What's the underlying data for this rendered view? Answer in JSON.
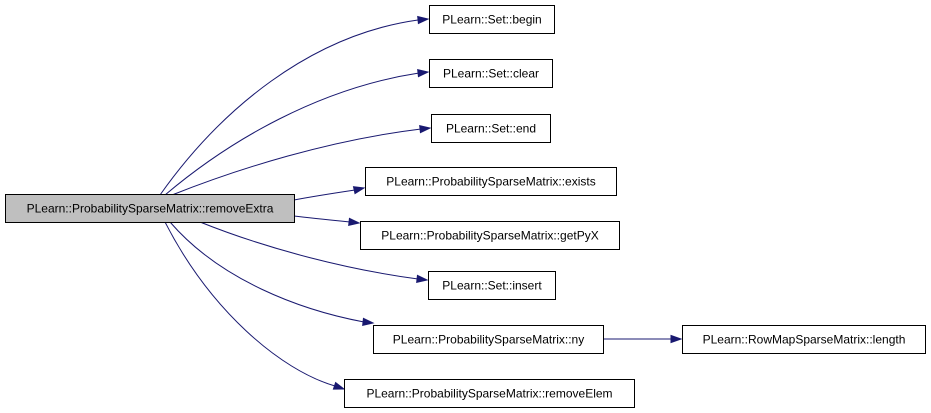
{
  "graph": {
    "nodes": [
      {
        "id": "root",
        "label": "PLearn::ProbabilitySparseMatrix::removeExtra",
        "root": true
      },
      {
        "id": "set_begin",
        "label": "PLearn::Set::begin"
      },
      {
        "id": "set_clear",
        "label": "PLearn::Set::clear"
      },
      {
        "id": "set_end",
        "label": "PLearn::Set::end"
      },
      {
        "id": "psm_exists",
        "label": "PLearn::ProbabilitySparseMatrix::exists"
      },
      {
        "id": "psm_getpyx",
        "label": "PLearn::ProbabilitySparseMatrix::getPyX"
      },
      {
        "id": "set_insert",
        "label": "PLearn::Set::insert"
      },
      {
        "id": "psm_ny",
        "label": "PLearn::ProbabilitySparseMatrix::ny"
      },
      {
        "id": "rmsm_length",
        "label": "PLearn::RowMapSparseMatrix::length"
      },
      {
        "id": "psm_removeelem",
        "label": "PLearn::ProbabilitySparseMatrix::removeElem"
      }
    ],
    "edges": [
      {
        "from": "root",
        "to": "set_begin"
      },
      {
        "from": "root",
        "to": "set_clear"
      },
      {
        "from": "root",
        "to": "set_end"
      },
      {
        "from": "root",
        "to": "psm_exists"
      },
      {
        "from": "root",
        "to": "psm_getpyx"
      },
      {
        "from": "root",
        "to": "set_insert"
      },
      {
        "from": "root",
        "to": "psm_ny"
      },
      {
        "from": "root",
        "to": "psm_removeelem"
      },
      {
        "from": "psm_ny",
        "to": "rmsm_length"
      }
    ],
    "colors": {
      "edge": "#191970",
      "root_fill": "#bfbfbf",
      "node_fill": "#ffffff",
      "border": "#000000"
    }
  }
}
